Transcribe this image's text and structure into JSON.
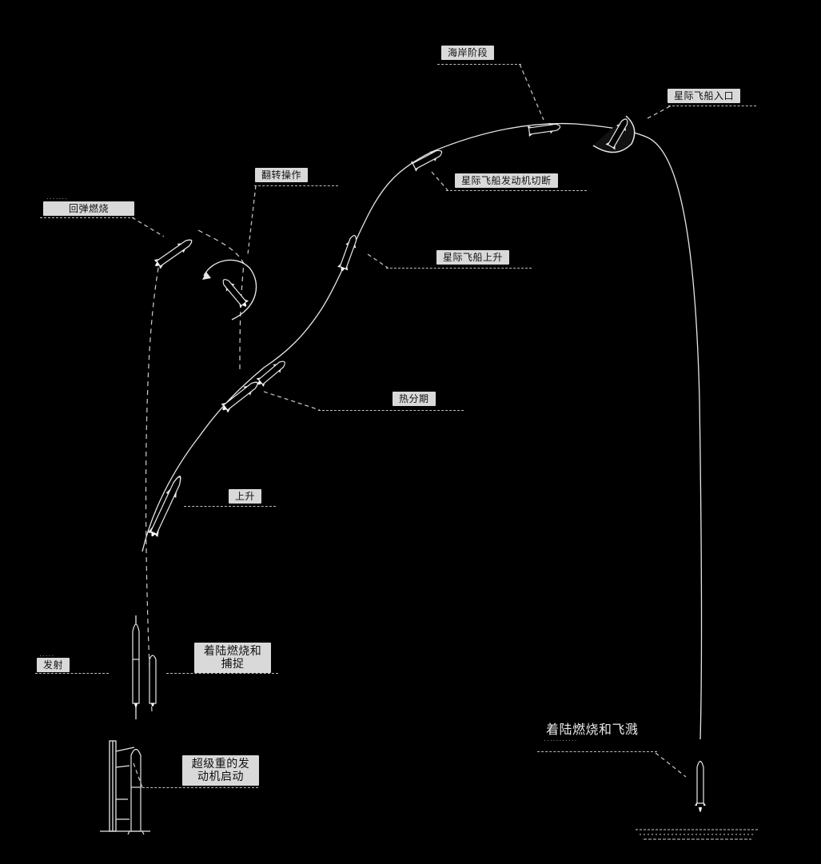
{
  "labels": {
    "coast": "海岸阶段",
    "ship_entry": "星际飞船入口",
    "flip": "翻转操作",
    "boostback": "回弹燃烧",
    "ship_cutoff": "星际飞船发动机切断",
    "ship_ascent": "星际飞船上升",
    "hot_staging": "热分期",
    "ascent": "上升",
    "landing_catch": "着陆燃烧和捕捉",
    "launch": "发射",
    "engine_start": "超级重的发动机启动",
    "landing_splashdown": "着陆燃烧和飞溅"
  },
  "colors": {
    "background": "#000000",
    "label_fill": "#d9d9d9",
    "label_text": "#111111",
    "line": "#e6e6e6",
    "leader": "#bdbdbd"
  },
  "icons": [
    "rocket-icon",
    "launch-tower-icon",
    "booster-icon",
    "flip-arrow-icon",
    "heat-shield-icon",
    "ground-icon"
  ]
}
